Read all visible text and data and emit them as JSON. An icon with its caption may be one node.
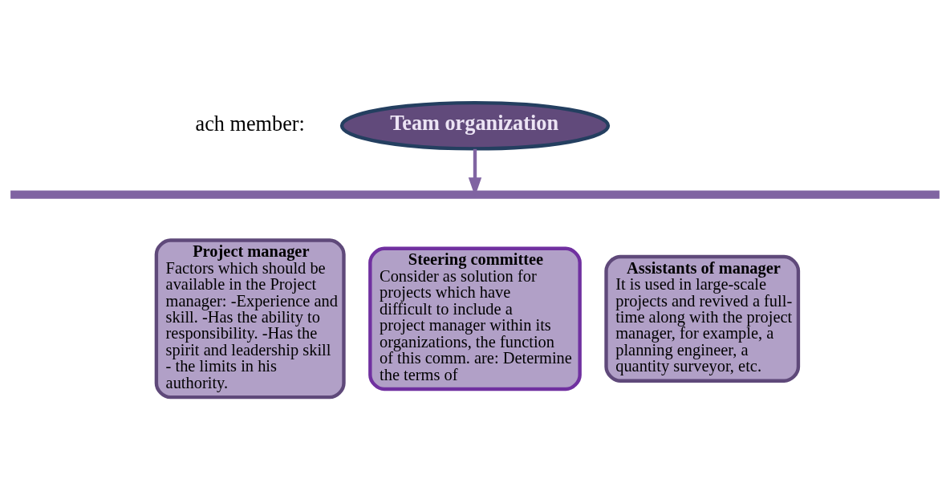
{
  "diagram": {
    "nodes": [
      {
        "text": [
          "Team organization"
        ]
      },
      {
        "text": [],
        "shape": "bar"
      },
      {
        "text": [
          "Project manager",
          "Factors which should be available in the Project manager: -Experience and skill. -Has the ability to responsibility. -Has the spirit and leadership skill - the limits in his authority."
        ]
      },
      {
        "text": [
          "Steering committee",
          "Consider as solution for projects which have difficult to include a project manager within its organizations, the function of this comm. are: Determine the terms of"
        ]
      },
      {
        "text": [
          "Assistants of manager",
          "It is used in large-scale projects and revived a full-time along with the project manager, for example, a planning engineer, a quantity surveyor, etc."
        ]
      }
    ],
    "edges": [
      {
        "from": 0,
        "to": 1,
        "arrow": "to"
      }
    ],
    "labels": [
      "ach member:"
    ]
  }
}
